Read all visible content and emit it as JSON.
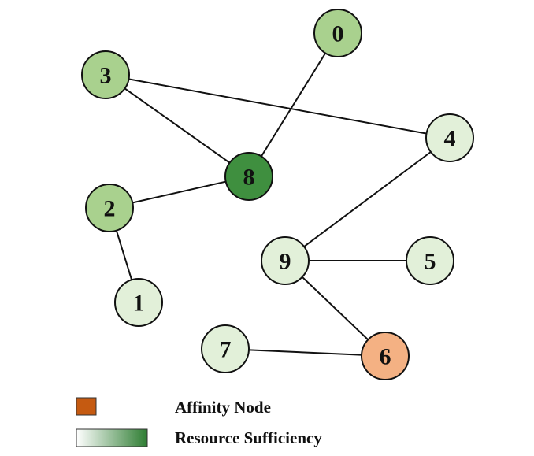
{
  "graph": {
    "nodes": [
      {
        "id": "0",
        "label": "0",
        "fill": "#a9d18e"
      },
      {
        "id": "1",
        "label": "1",
        "fill": "#e2f0d9"
      },
      {
        "id": "2",
        "label": "2",
        "fill": "#a9d18e"
      },
      {
        "id": "3",
        "label": "3",
        "fill": "#a9d18e"
      },
      {
        "id": "4",
        "label": "4",
        "fill": "#e2f0d9"
      },
      {
        "id": "5",
        "label": "5",
        "fill": "#e2f0d9"
      },
      {
        "id": "6",
        "label": "6",
        "fill": "#f4b183"
      },
      {
        "id": "7",
        "label": "7",
        "fill": "#e2f0d9"
      },
      {
        "id": "8",
        "label": "8",
        "fill": "#3f8f3f"
      },
      {
        "id": "9",
        "label": "9",
        "fill": "#e2f0d9"
      }
    ],
    "edges": [
      [
        "0",
        "8"
      ],
      [
        "3",
        "8"
      ],
      [
        "3",
        "4"
      ],
      [
        "2",
        "8"
      ],
      [
        "2",
        "1"
      ],
      [
        "4",
        "9"
      ],
      [
        "9",
        "5"
      ],
      [
        "9",
        "6"
      ],
      [
        "7",
        "6"
      ]
    ]
  },
  "legend": {
    "affinity_label": "Affinity Node",
    "affinity_color": "#c55a11",
    "resource_label": "Resource Sufficiency",
    "resource_gradient_start": "#ffffff",
    "resource_gradient_end": "#2e7d32"
  }
}
